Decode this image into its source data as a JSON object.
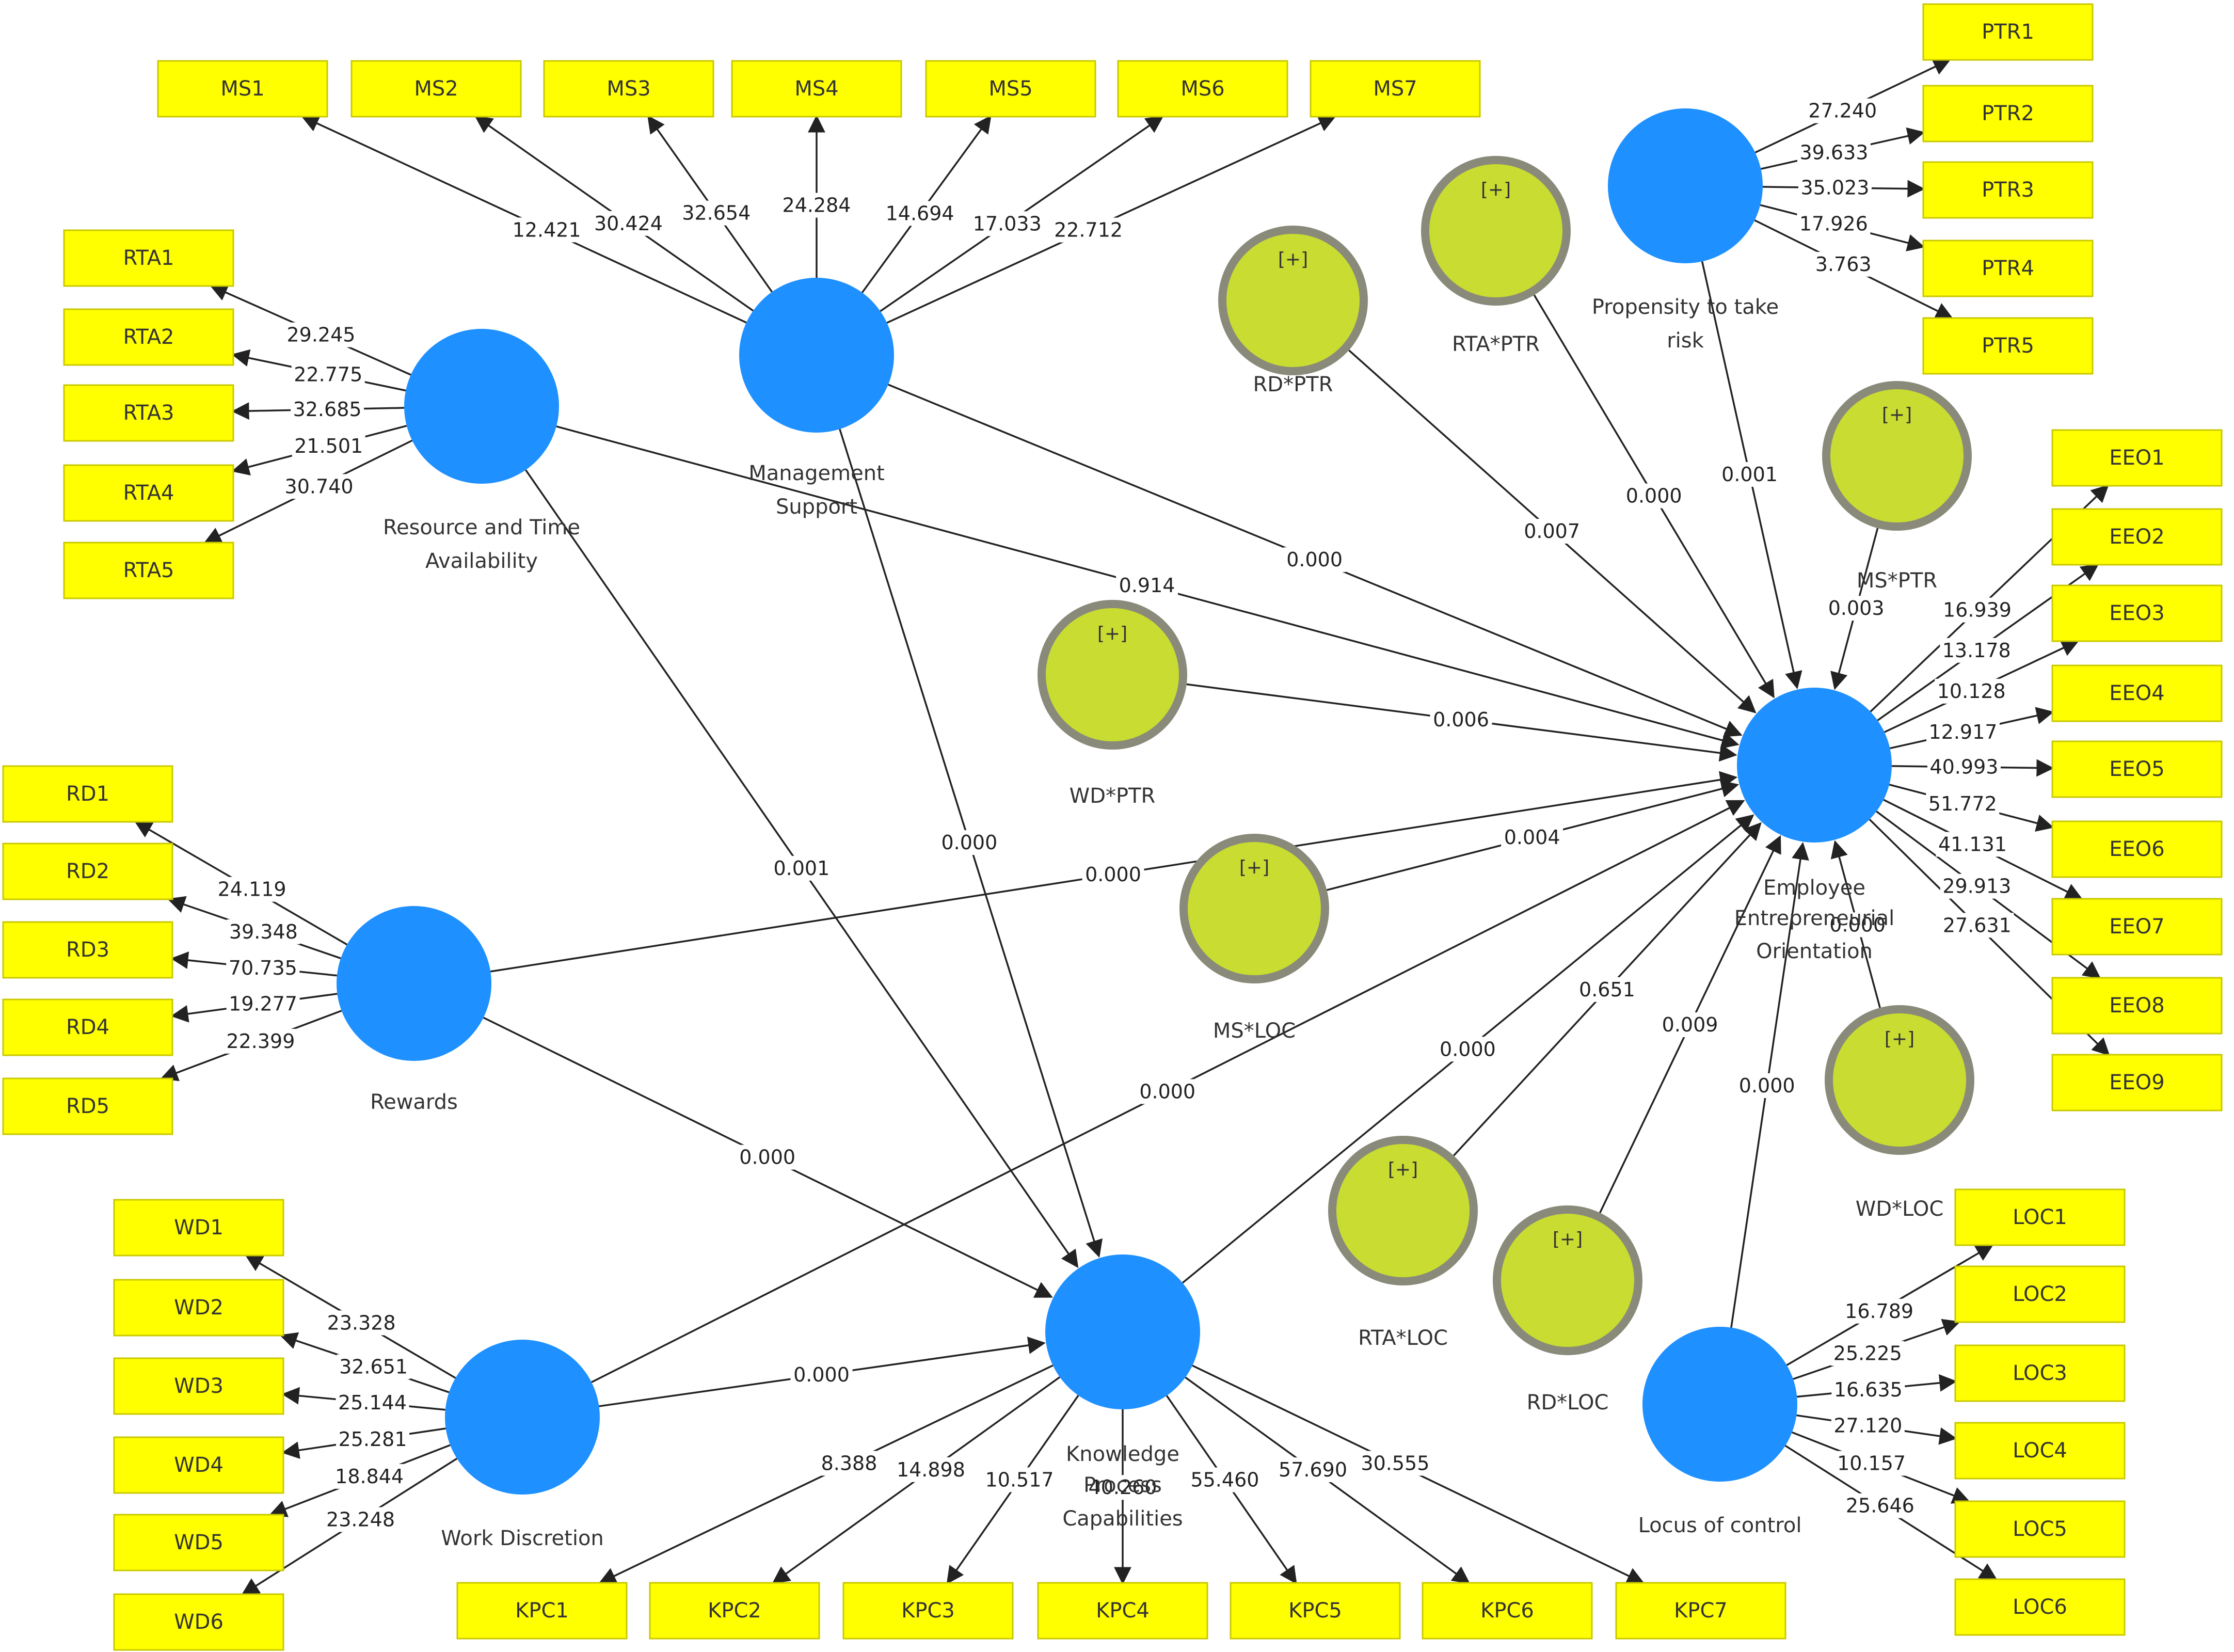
{
  "colors": {
    "indicator": "#ffff00",
    "construct": "#1e90ff",
    "interaction": "#c8dc32",
    "interaction_border": "#8a8a7a",
    "edge": "#222222"
  },
  "constructs": [
    {
      "id": "MS",
      "label": "Management Support"
    },
    {
      "id": "RTA",
      "label": "Resource and Time Availability"
    },
    {
      "id": "RD",
      "label": "Rewards"
    },
    {
      "id": "WD",
      "label": "Work Discretion"
    },
    {
      "id": "KPC",
      "label": "Knowledge Process Capabilities"
    },
    {
      "id": "PTR",
      "label": "Propensity to take risk"
    },
    {
      "id": "EEO",
      "label": "Employee Entrepreneurial Orientation"
    },
    {
      "id": "LOC",
      "label": "Locus of control"
    }
  ],
  "interactions": [
    {
      "id": "RDxPTR",
      "label": "RD*PTR",
      "marker": "[+]"
    },
    {
      "id": "RTAxPTR",
      "label": "RTA*PTR",
      "marker": "[+]"
    },
    {
      "id": "MSxPTR",
      "label": "MS*PTR",
      "marker": "[+]"
    },
    {
      "id": "WDxPTR",
      "label": "WD*PTR",
      "marker": "[+]"
    },
    {
      "id": "MSxLOC",
      "label": "MS*LOC",
      "marker": "[+]"
    },
    {
      "id": "RTAxLOC",
      "label": "RTA*LOC",
      "marker": "[+]"
    },
    {
      "id": "RDxLOC",
      "label": "RD*LOC",
      "marker": "[+]"
    },
    {
      "id": "WDxLOC",
      "label": "WD*LOC",
      "marker": "[+]"
    }
  ],
  "indicators": {
    "MS": [
      {
        "label": "MS1",
        "loading": "12.421"
      },
      {
        "label": "MS2",
        "loading": "30.424"
      },
      {
        "label": "MS3",
        "loading": "32.654"
      },
      {
        "label": "MS4",
        "loading": "24.284"
      },
      {
        "label": "MS5",
        "loading": "14.694"
      },
      {
        "label": "MS6",
        "loading": "17.033"
      },
      {
        "label": "MS7",
        "loading": "22.712"
      }
    ],
    "RTA": [
      {
        "label": "RTA1",
        "loading": "29.245"
      },
      {
        "label": "RTA2",
        "loading": "22.775"
      },
      {
        "label": "RTA3",
        "loading": "32.685"
      },
      {
        "label": "RTA4",
        "loading": "21.501"
      },
      {
        "label": "RTA5",
        "loading": "30.740"
      }
    ],
    "RD": [
      {
        "label": "RD1",
        "loading": "24.119"
      },
      {
        "label": "RD2",
        "loading": "39.348"
      },
      {
        "label": "RD3",
        "loading": "70.735"
      },
      {
        "label": "RD4",
        "loading": "19.277"
      },
      {
        "label": "RD5",
        "loading": "22.399"
      }
    ],
    "WD": [
      {
        "label": "WD1",
        "loading": "23.328"
      },
      {
        "label": "WD2",
        "loading": "32.651"
      },
      {
        "label": "WD3",
        "loading": "25.144"
      },
      {
        "label": "WD4",
        "loading": "25.281"
      },
      {
        "label": "WD5",
        "loading": "18.844"
      },
      {
        "label": "WD6",
        "loading": "23.248"
      }
    ],
    "KPC": [
      {
        "label": "KPC1",
        "loading": "8.388"
      },
      {
        "label": "KPC2",
        "loading": "14.898"
      },
      {
        "label": "KPC3",
        "loading": "10.517"
      },
      {
        "label": "KPC4",
        "loading": "40.260"
      },
      {
        "label": "KPC5",
        "loading": "55.460"
      },
      {
        "label": "KPC6",
        "loading": "57.690"
      },
      {
        "label": "KPC7",
        "loading": "30.555"
      }
    ],
    "PTR": [
      {
        "label": "PTR1",
        "loading": "27.240"
      },
      {
        "label": "PTR2",
        "loading": "39.633"
      },
      {
        "label": "PTR3",
        "loading": "35.023"
      },
      {
        "label": "PTR4",
        "loading": "17.926"
      },
      {
        "label": "PTR5",
        "loading": "3.763"
      }
    ],
    "EEO": [
      {
        "label": "EEO1",
        "loading": "16.939"
      },
      {
        "label": "EEO2",
        "loading": "13.178"
      },
      {
        "label": "EEO3",
        "loading": "10.128"
      },
      {
        "label": "EEO4",
        "loading": "12.917"
      },
      {
        "label": "EEO5",
        "loading": "40.993"
      },
      {
        "label": "EEO6",
        "loading": "51.772"
      },
      {
        "label": "EEO7",
        "loading": "41.131"
      },
      {
        "label": "EEO8",
        "loading": "29.913"
      },
      {
        "label": "EEO9",
        "loading": "27.631"
      }
    ],
    "LOC": [
      {
        "label": "LOC1",
        "loading": "16.789"
      },
      {
        "label": "LOC2",
        "loading": "25.225"
      },
      {
        "label": "LOC3",
        "loading": "16.635"
      },
      {
        "label": "LOC4",
        "loading": "27.120"
      },
      {
        "label": "LOC5",
        "loading": "10.157"
      },
      {
        "label": "LOC6",
        "loading": "25.646"
      }
    ]
  },
  "paths": [
    {
      "from": "MS",
      "to": "EEO",
      "value": "0.000"
    },
    {
      "from": "RTA",
      "to": "EEO",
      "value": "0.914"
    },
    {
      "from": "RD",
      "to": "EEO",
      "value": "0.000"
    },
    {
      "from": "WD",
      "to": "EEO",
      "value": "0.000"
    },
    {
      "from": "KPC",
      "to": "EEO",
      "value": "0.000"
    },
    {
      "from": "PTR",
      "to": "EEO",
      "value": "0.001"
    },
    {
      "from": "LOC",
      "to": "EEO",
      "value": "0.000"
    },
    {
      "from": "RDxPTR",
      "to": "EEO",
      "value": "0.007"
    },
    {
      "from": "RTAxPTR",
      "to": "EEO",
      "value": "0.000"
    },
    {
      "from": "MSxPTR",
      "to": "EEO",
      "value": "0.003"
    },
    {
      "from": "WDxPTR",
      "to": "EEO",
      "value": "0.006"
    },
    {
      "from": "MSxLOC",
      "to": "EEO",
      "value": "0.004"
    },
    {
      "from": "RTAxLOC",
      "to": "EEO",
      "value": "0.651"
    },
    {
      "from": "RDxLOC",
      "to": "EEO",
      "value": "0.009"
    },
    {
      "from": "WDxLOC",
      "to": "EEO",
      "value": "0.000"
    },
    {
      "from": "MS",
      "to": "KPC",
      "value": "0.000"
    },
    {
      "from": "RTA",
      "to": "KPC",
      "value": "0.001"
    },
    {
      "from": "RD",
      "to": "KPC",
      "value": "0.000"
    },
    {
      "from": "WD",
      "to": "KPC",
      "value": "0.000"
    }
  ]
}
